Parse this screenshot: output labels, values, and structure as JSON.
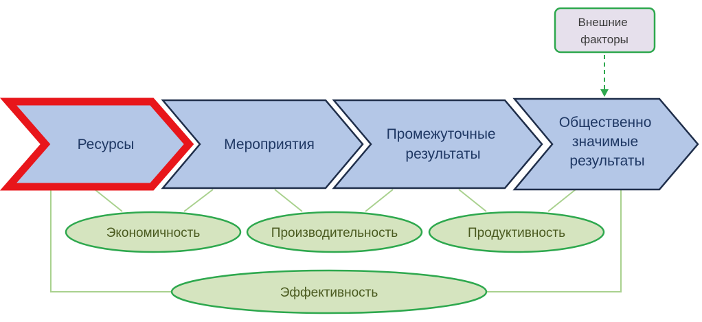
{
  "stages": [
    {
      "lines": [
        "Ресурсы"
      ],
      "highlighted": true
    },
    {
      "lines": [
        "Мероприятия"
      ],
      "highlighted": false
    },
    {
      "lines": [
        "Промежуточные",
        "результаты"
      ],
      "highlighted": false
    },
    {
      "lines": [
        "Общественно",
        "значимые",
        "результаты"
      ],
      "highlighted": false
    }
  ],
  "measures": [
    {
      "label": "Экономичность"
    },
    {
      "label": "Производительность"
    },
    {
      "label": "Продуктивность"
    }
  ],
  "effectiveness": {
    "label": "Эффективность"
  },
  "external": {
    "lines": [
      "Внешние",
      "факторы"
    ]
  },
  "colors": {
    "chevron_fill": "#b4c7e7",
    "chevron_stroke": "#1f2e4a",
    "highlight_stroke": "#e8161b",
    "ellipse_fill": "#d5e4bf",
    "ellipse_stroke": "#2ea84e",
    "connector": "#a9d18e",
    "external_fill": "#e6e0ec",
    "external_stroke": "#2ea84e"
  }
}
